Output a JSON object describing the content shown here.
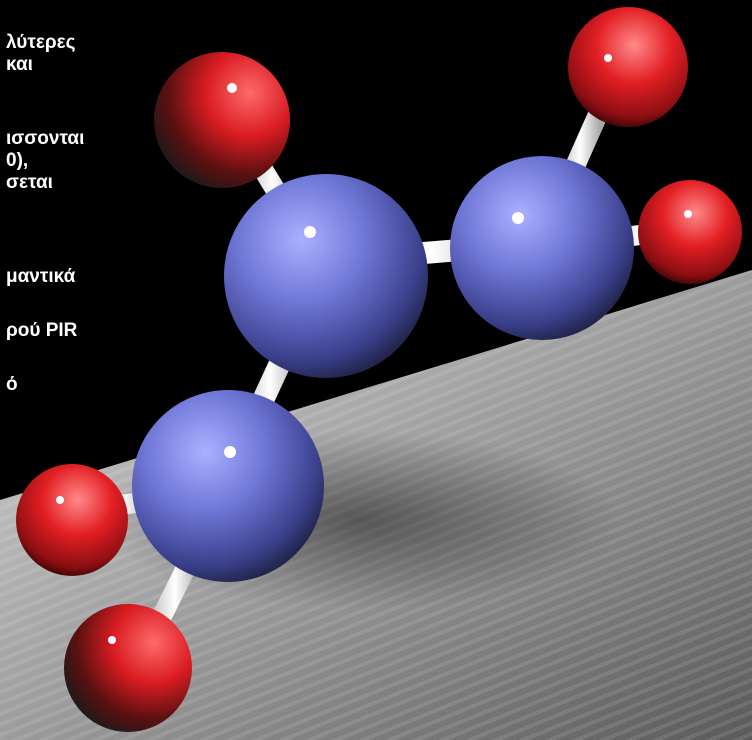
{
  "text_lines": [
    "λύτερες",
    "και",
    "ισσονται",
    "0),",
    "σεται",
    "μαντικά",
    "ρού PIR",
    "ό"
  ],
  "colors": {
    "background": "#000000",
    "nitrogen_blue": "#6f76d8",
    "oxygen_red": "#e02b2b",
    "bond_white": "#e8e8e8",
    "surface_gray": "#9a9a9a"
  }
}
